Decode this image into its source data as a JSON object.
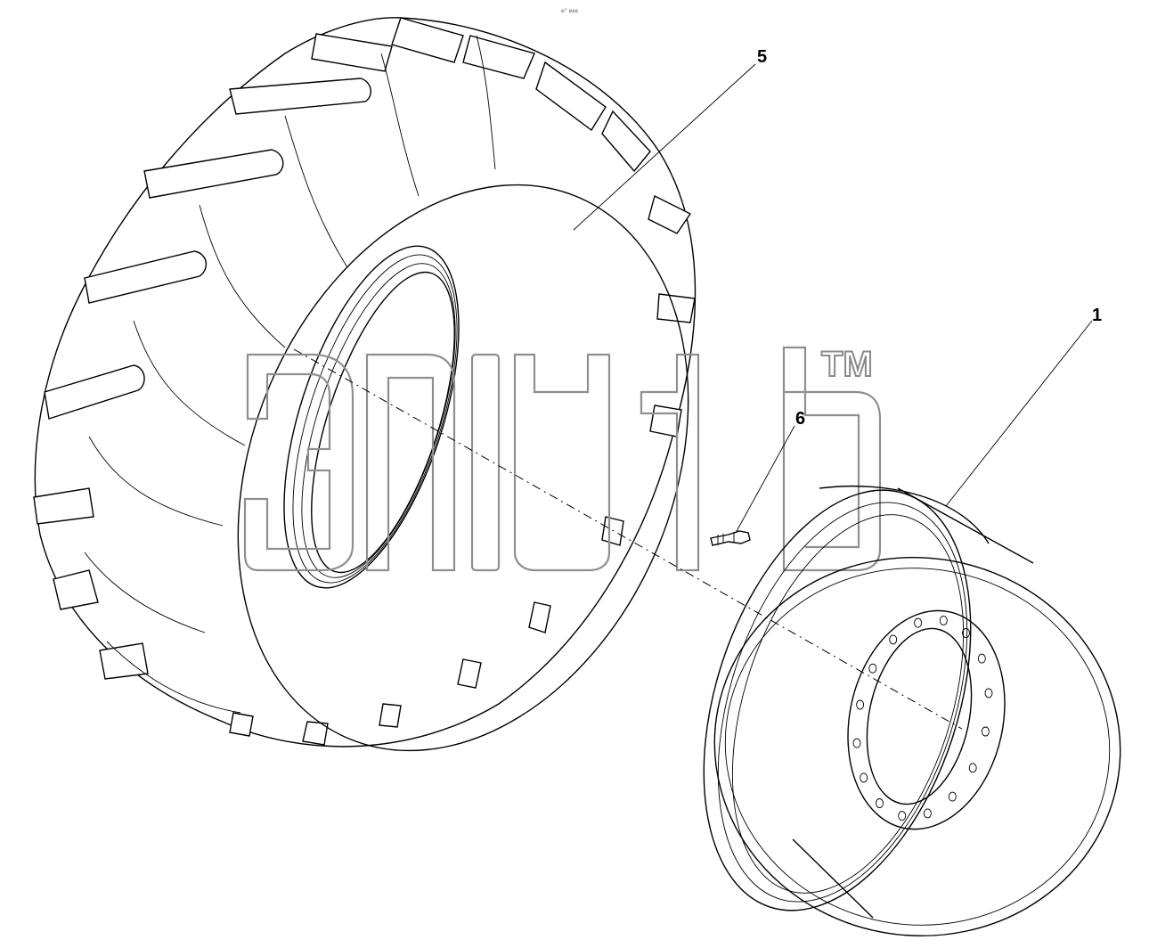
{
  "header": {
    "corner_text": "e° ese"
  },
  "watermark": {
    "trademark": "TM"
  },
  "callouts": [
    {
      "id": "tire",
      "label": "5"
    },
    {
      "id": "valve",
      "label": "6"
    },
    {
      "id": "rim",
      "label": "1"
    }
  ],
  "rim": {
    "bolt_hole_count": 16
  }
}
